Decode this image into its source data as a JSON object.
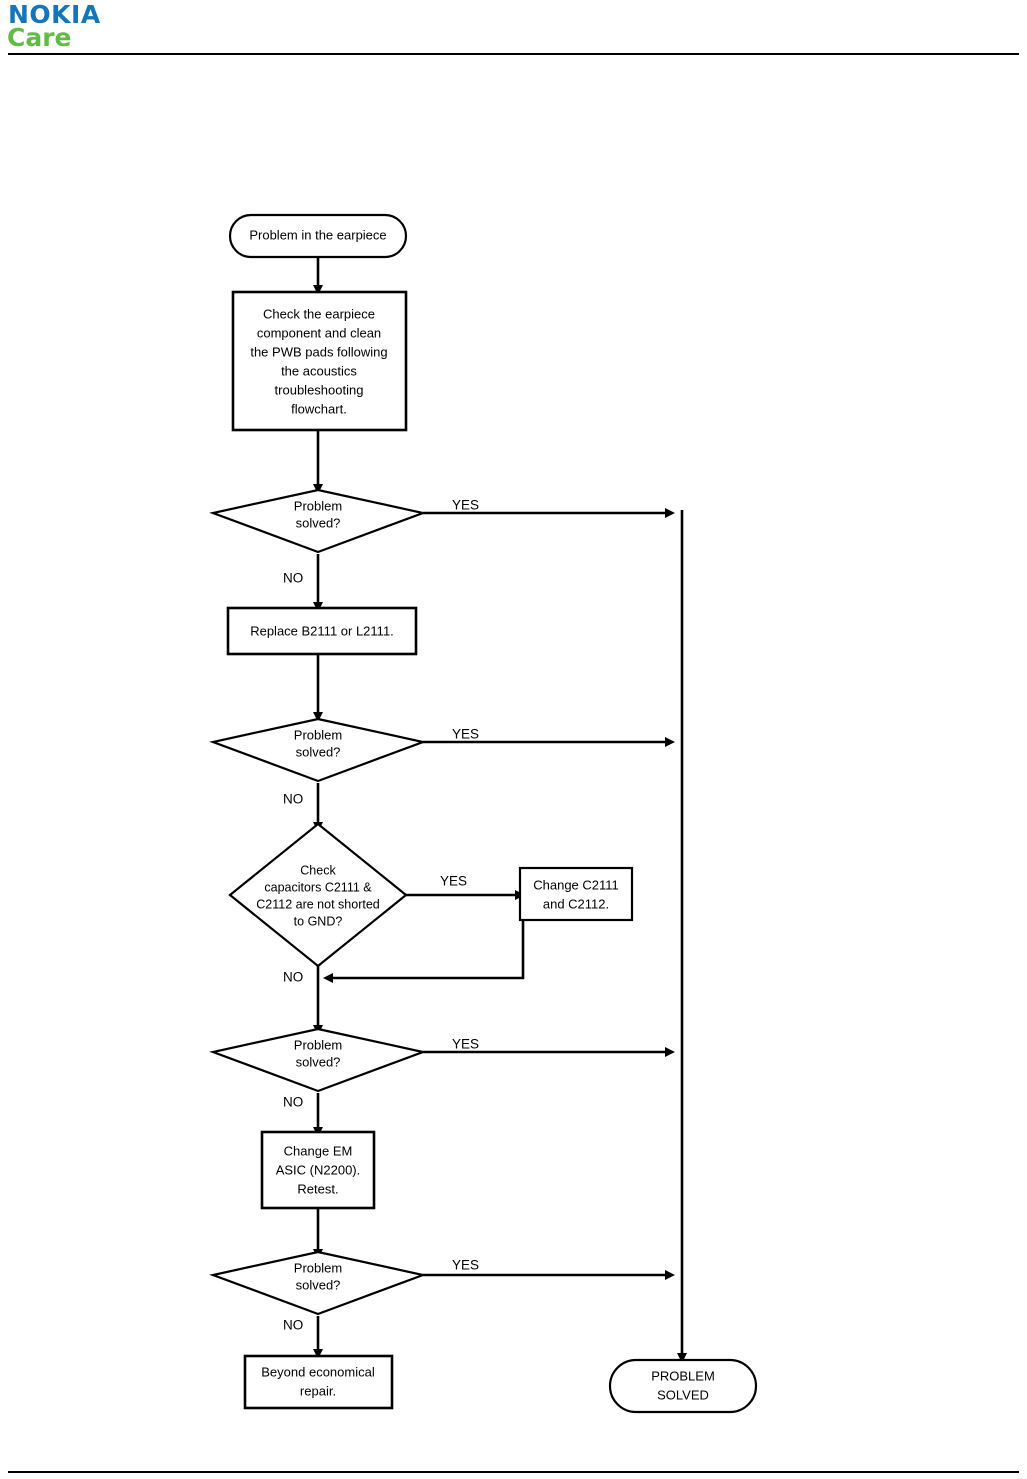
{
  "header": {
    "brand_primary": "NOKIA",
    "brand_secondary": "Care",
    "brand_primary_color": "#1474BC",
    "brand_secondary_color": "#62BB46",
    "rule_color": "#000000"
  },
  "chart_data": {
    "type": "diagram",
    "diagram_kind": "flowchart",
    "title": "Earpiece troubleshooting flowchart",
    "orientation": "top-to-bottom",
    "stroke_color": "#000000",
    "fill_color": "#ffffff",
    "nodes": [
      {
        "id": "start",
        "shape": "terminator",
        "lines": [
          "Problem in the earpiece"
        ]
      },
      {
        "id": "check1",
        "shape": "process",
        "lines": [
          "Check the earpiece",
          "component and clean",
          "the PWB pads following",
          "the acoustics",
          "troubleshooting",
          "flowchart."
        ]
      },
      {
        "id": "solved1",
        "shape": "decision",
        "lines": [
          "Problem",
          "solved?"
        ]
      },
      {
        "id": "replace",
        "shape": "process",
        "lines": [
          "Replace B2111 or L2111."
        ]
      },
      {
        "id": "solved2",
        "shape": "decision",
        "lines": [
          "Problem",
          "solved?"
        ]
      },
      {
        "id": "caps",
        "shape": "decision",
        "lines": [
          "Check",
          "capacitors C2111 &",
          "C2112 are not shorted",
          "to GND?"
        ]
      },
      {
        "id": "changecap",
        "shape": "process",
        "lines": [
          "Change C2111",
          "and C2112."
        ]
      },
      {
        "id": "solved3",
        "shape": "decision",
        "lines": [
          "Problem",
          "solved?"
        ]
      },
      {
        "id": "changeasic",
        "shape": "process",
        "lines": [
          "Change EM",
          "ASIC (N2200).",
          "Retest."
        ]
      },
      {
        "id": "solved4",
        "shape": "decision",
        "lines": [
          "Problem",
          "solved?"
        ]
      },
      {
        "id": "beyond",
        "shape": "process",
        "lines": [
          "Beyond economical",
          "repair."
        ]
      },
      {
        "id": "end",
        "shape": "terminator",
        "lines": [
          "PROBLEM",
          "SOLVED"
        ]
      }
    ],
    "edge_labels": {
      "yes": "YES",
      "no": "NO"
    },
    "edges": [
      {
        "from": "start",
        "to": "check1",
        "label": ""
      },
      {
        "from": "check1",
        "to": "solved1",
        "label": ""
      },
      {
        "from": "solved1",
        "to": "end",
        "label": "YES"
      },
      {
        "from": "solved1",
        "to": "replace",
        "label": "NO"
      },
      {
        "from": "replace",
        "to": "solved2",
        "label": ""
      },
      {
        "from": "solved2",
        "to": "end",
        "label": "YES"
      },
      {
        "from": "solved2",
        "to": "caps",
        "label": "NO"
      },
      {
        "from": "caps",
        "to": "changecap",
        "label": "YES"
      },
      {
        "from": "changecap",
        "to": "solved3",
        "label": ""
      },
      {
        "from": "caps",
        "to": "solved3",
        "label": "NO"
      },
      {
        "from": "solved3",
        "to": "end",
        "label": "YES"
      },
      {
        "from": "solved3",
        "to": "changeasic",
        "label": "NO"
      },
      {
        "from": "changeasic",
        "to": "solved4",
        "label": ""
      },
      {
        "from": "solved4",
        "to": "end",
        "label": "YES"
      },
      {
        "from": "solved4",
        "to": "beyond",
        "label": "NO"
      }
    ]
  },
  "nodes": {
    "start": {
      "l1": "Problem in the earpiece"
    },
    "check1": {
      "l1": "Check the earpiece",
      "l2": "component and clean",
      "l3": "the PWB pads following",
      "l4": "the acoustics",
      "l5": "troubleshooting",
      "l6": "flowchart."
    },
    "solved1": {
      "l1": "Problem",
      "l2": "solved?"
    },
    "replace": {
      "l1": "Replace B2111 or L2111."
    },
    "solved2": {
      "l1": "Problem",
      "l2": "solved?"
    },
    "caps": {
      "l1": "Check",
      "l2": "capacitors C2111 &",
      "l3": "C2112 are not shorted",
      "l4": "to GND?"
    },
    "changecap": {
      "l1": "Change C2111",
      "l2": "and C2112."
    },
    "solved3": {
      "l1": "Problem",
      "l2": "solved?"
    },
    "changeasic": {
      "l1": "Change EM",
      "l2": "ASIC (N2200).",
      "l3": "Retest."
    },
    "solved4": {
      "l1": "Problem",
      "l2": "solved?"
    },
    "beyond": {
      "l1": "Beyond economical",
      "l2": "repair."
    },
    "end": {
      "l1": "PROBLEM",
      "l2": "SOLVED"
    }
  },
  "labels": {
    "yes1": "YES",
    "no1": "NO",
    "yes2": "YES",
    "no2": "NO",
    "yes3": "YES",
    "no3": "NO",
    "yes4": "YES",
    "no4": "NO",
    "yes5": "YES",
    "no5": "NO"
  }
}
